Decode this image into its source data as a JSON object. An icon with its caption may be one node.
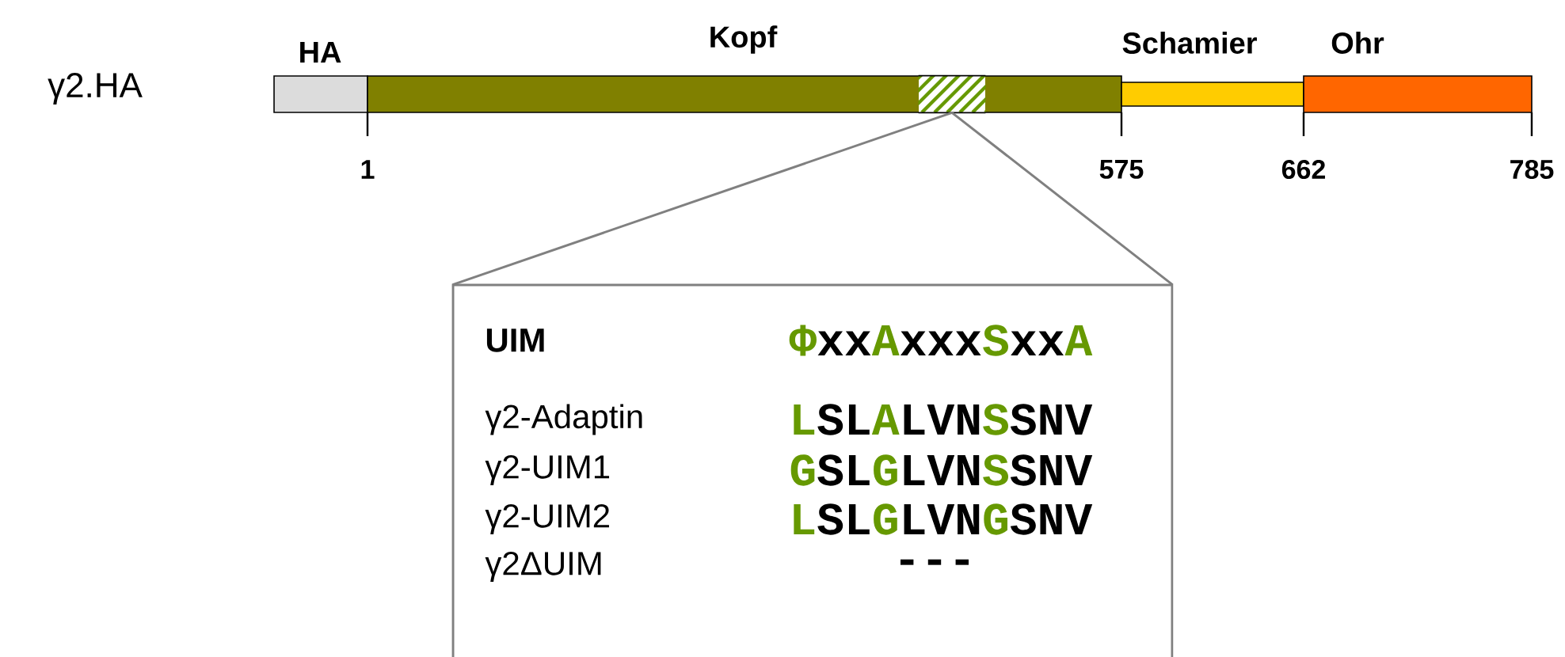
{
  "diagram": {
    "nodes": [
      {
        "text": [
          "HA"
        ]
      },
      {
        "text": [
          "Kopf"
        ]
      },
      {
        "text": [],
        "shape": "box",
        "in": 1
      },
      {
        "text": [
          "Schamier"
        ]
      },
      {
        "text": [
          "Ohr"
        ]
      },
      {
        "text": [],
        "shape": "box"
      }
    ],
    "edges": [
      {
        "from": 2,
        "to": 5,
        "arrow": "none"
      },
      {
        "from": 2,
        "to": 5,
        "arrow": "none"
      }
    ],
    "labels": [
      "γ2.HA",
      "1",
      "575",
      "662",
      "785",
      "UIM",
      "**Φ**xx**A**xxx**S**xx**A**",
      "γ2-Adaptin",
      "**L**SL**A**LVN**S**SNV",
      "γ2-UIM1",
      "**G**SL**G**LVN**S**SNV",
      "γ2-UIM2",
      "**L**SL**G**LVN**G**SNV",
      "γ2ΔUIM",
      "---"
    ]
  }
}
